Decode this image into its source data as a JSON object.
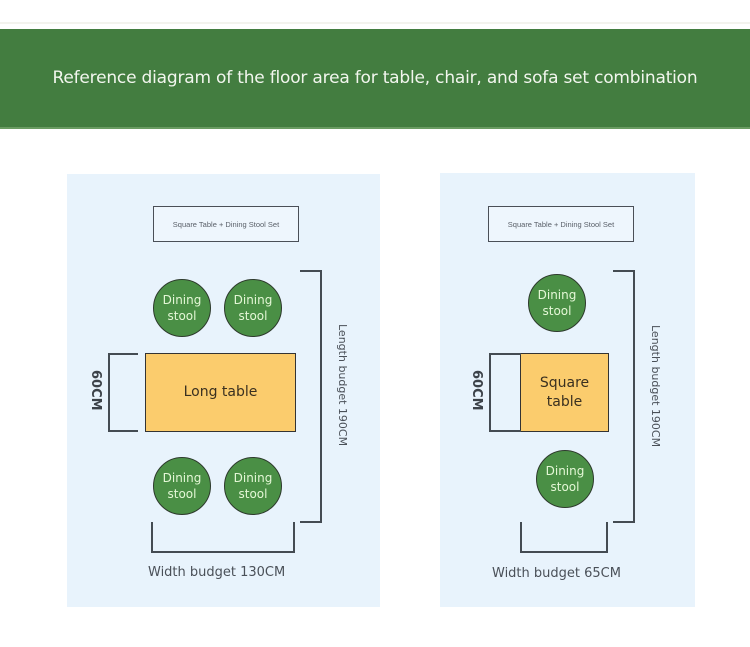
{
  "header": {
    "title": "Reference diagram of the floor area for table, chair, and sofa set combination"
  },
  "colors": {
    "banner": "#437d40",
    "panel": "#e8f3fc",
    "stool": "#4a8f45",
    "table": "#fbcc6d"
  },
  "panels": [
    {
      "set_label": "Square Table + Dining Stool Set",
      "table_label": "Long table",
      "stools": [
        "Dining\nstool",
        "Dining\nstool",
        "Dining\nstool",
        "Dining\nstool"
      ],
      "depth_label": "60CM",
      "length_label": "Length budget 190CM",
      "width_label": "Width budget 130CM"
    },
    {
      "set_label": "Square Table + Dining Stool Set",
      "table_label": "Square\ntable",
      "stools": [
        "Dining\nstool",
        "Dining\nstool"
      ],
      "depth_label": "60CM",
      "length_label": "Length budget 190CM",
      "width_label": "Width budget 65CM"
    }
  ]
}
